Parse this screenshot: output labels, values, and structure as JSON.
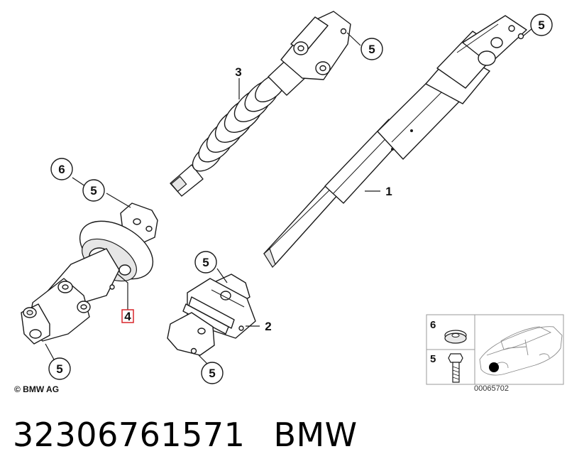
{
  "diagram": {
    "callouts": {
      "c5_top_left": "5",
      "c5_top_right": "5",
      "c3": "3",
      "c1": "1",
      "c6": "6",
      "c5_mid_left": "5",
      "c4": "4",
      "c5_bottom_left": "5",
      "c5_joint_top": "5",
      "c2": "2",
      "c5_joint_bottom": "5"
    },
    "highlight_color": "#d9262b"
  },
  "legend": {
    "row_top_number": "6",
    "row_bottom_number": "5",
    "image_code": "00065702"
  },
  "copyright": "© BMW AG",
  "footer": {
    "part_number": "32306761571",
    "brand": "BMW"
  }
}
